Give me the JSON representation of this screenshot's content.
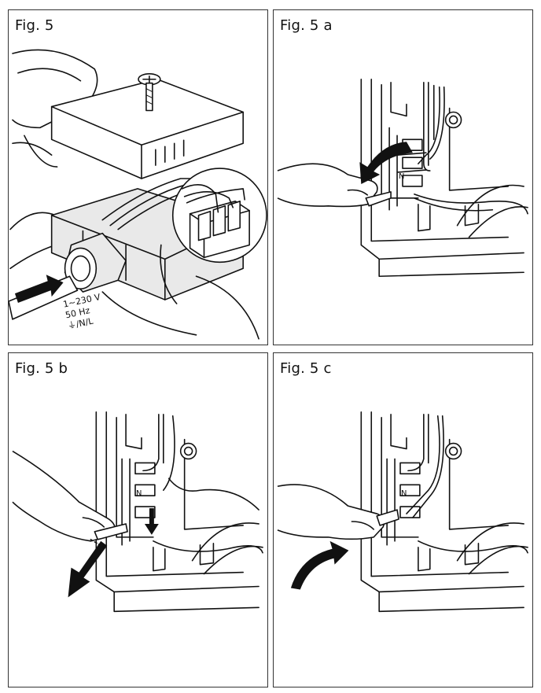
{
  "figures": [
    {
      "id": "fig5",
      "label": "Fig. 5"
    },
    {
      "id": "fig5a",
      "label": "Fig. 5 a"
    },
    {
      "id": "fig5b",
      "label": "Fig. 5 b"
    },
    {
      "id": "fig5c",
      "label": "Fig. 5 c"
    }
  ],
  "fig5_cable_spec": {
    "voltage": "1~230 V",
    "frequency": "50 Hz",
    "terminals": "⏚/N/L"
  },
  "terminal_marks": {
    "n": "N"
  },
  "colors": {
    "line": "#111111",
    "fill": "#ffffff",
    "shade": "#e9e9e9"
  },
  "icons": [
    "arrow-icon",
    "curved-arrow-icon",
    "finger-icon",
    "screw-icon",
    "ground-symbol-icon"
  ]
}
